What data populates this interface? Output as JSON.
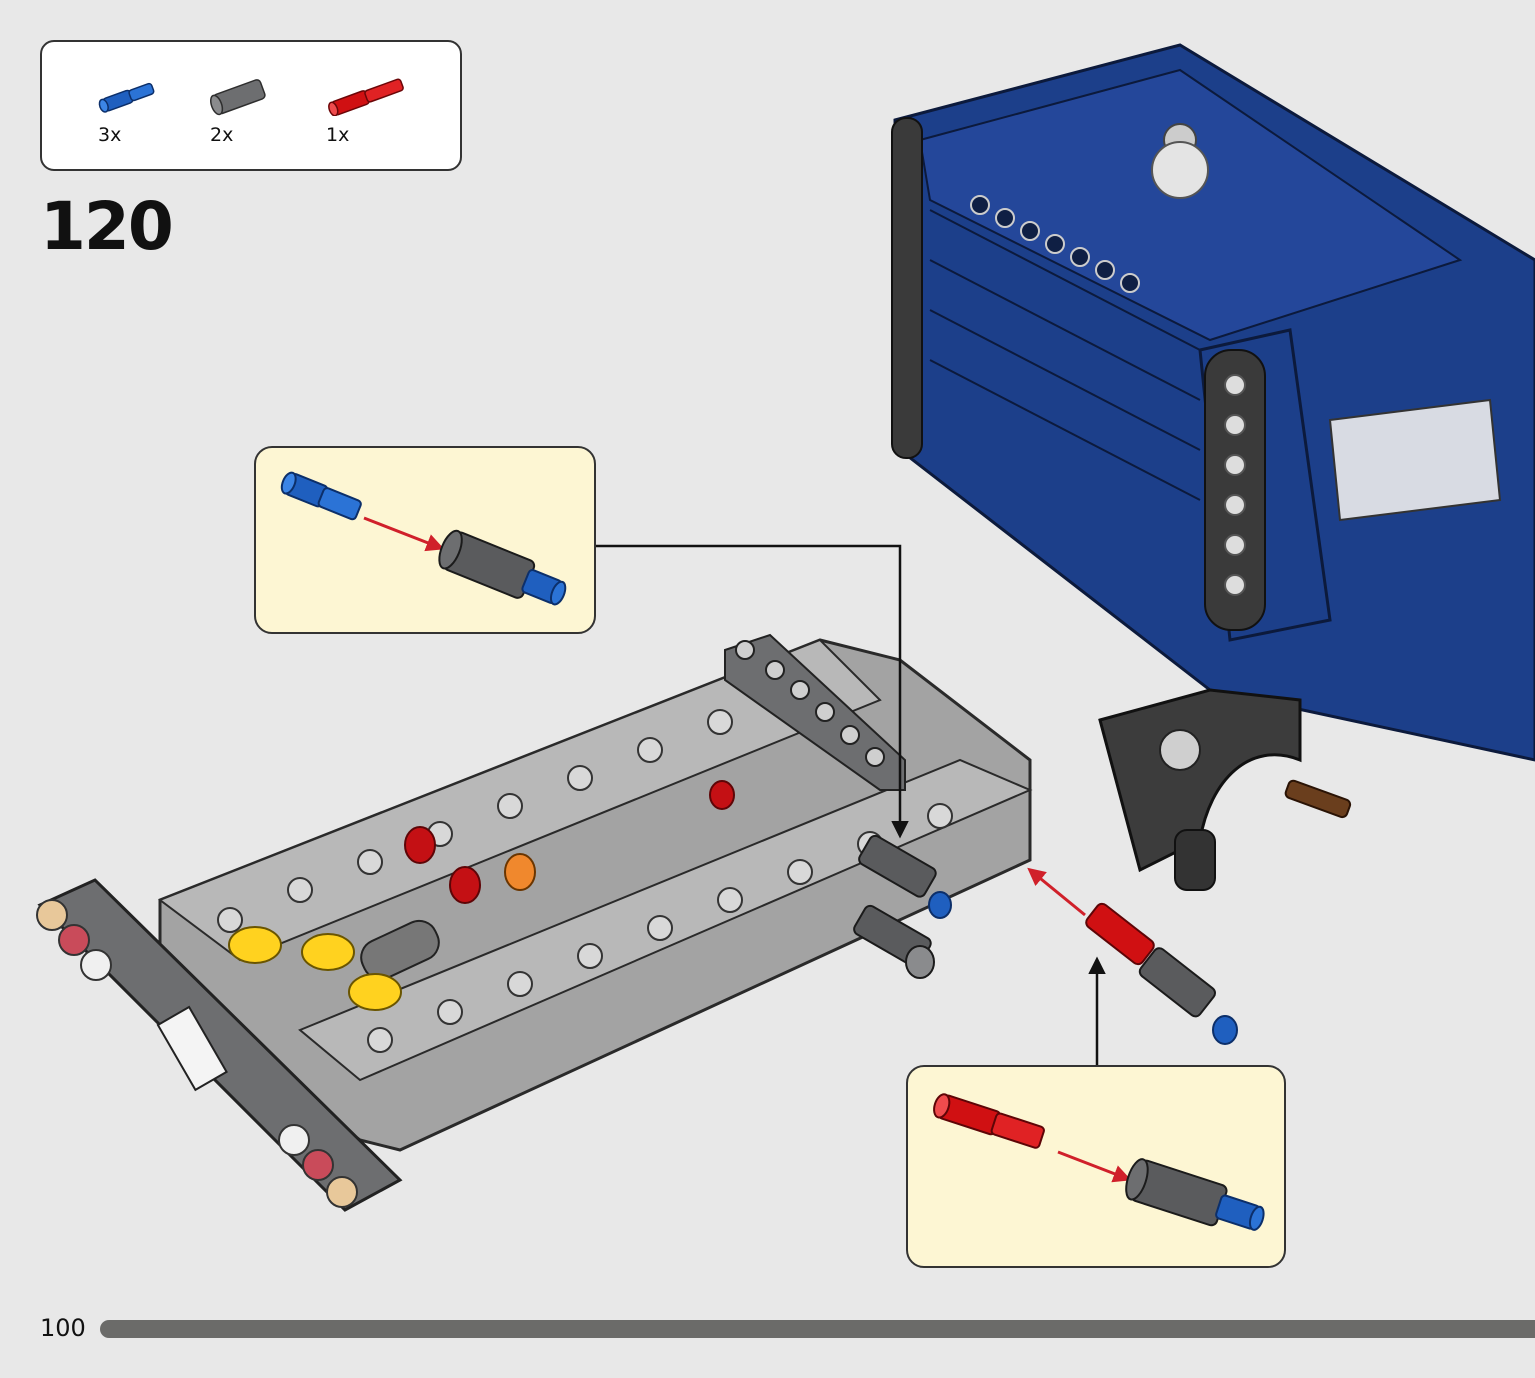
{
  "step": {
    "number": "120"
  },
  "parts_list": [
    {
      "name": "blue-axle-pin",
      "color": "#1f5fbf",
      "qty": "3x"
    },
    {
      "name": "dark-gray-axle-connector",
      "color": "#6d6e70",
      "qty": "2x"
    },
    {
      "name": "red-axle-pin",
      "color": "#d01012",
      "qty": "1x"
    }
  ],
  "callouts": [
    {
      "name": "blue-pin-into-connector"
    },
    {
      "name": "red-pin-into-connector"
    }
  ],
  "page": {
    "number": "100",
    "progress": 1.0
  },
  "colors": {
    "background": "#e8e8e8",
    "callout_bg": "#fdf6d3",
    "cab_blue": "#1c3f8a",
    "frame_gray": "#a3a3a3",
    "dark_gray": "#58595b",
    "arrow_red": "#d0202a"
  }
}
